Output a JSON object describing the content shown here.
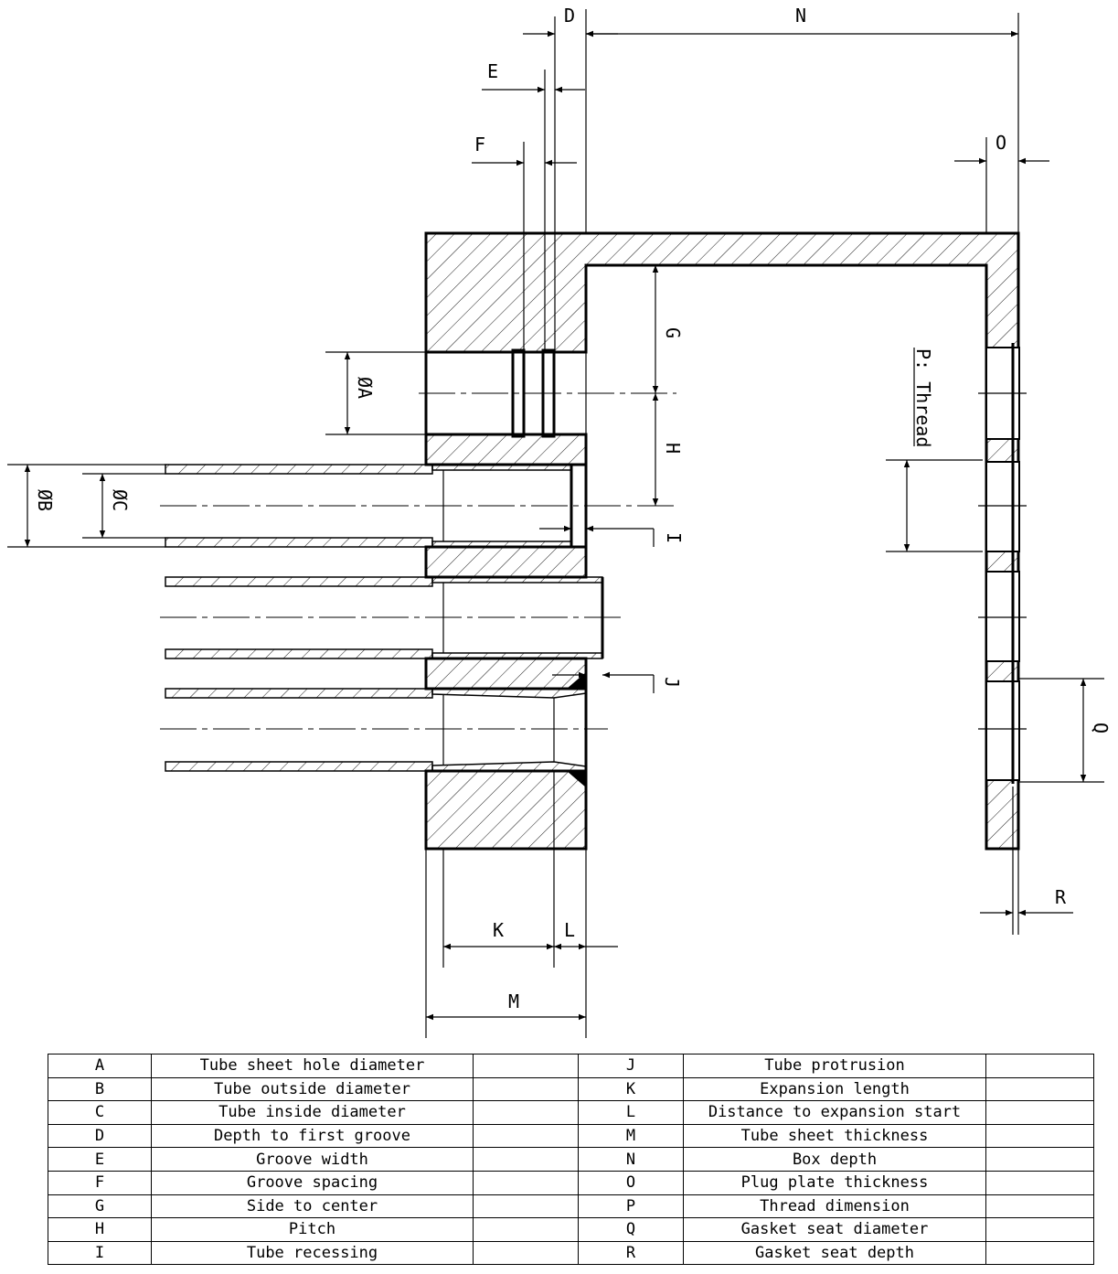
{
  "labels": {
    "D": "D",
    "N": "N",
    "E": "E",
    "F": "F",
    "O": "O",
    "G": "G",
    "H": "H",
    "A": "ØA",
    "B": "ØB",
    "C": "ØC",
    "I": "I",
    "J": "J",
    "P": "P: Thread",
    "Q": "Q",
    "R": "R",
    "K": "K",
    "L": "L",
    "M": "M"
  },
  "legend_rows": [
    {
      "code_left": "A",
      "desc_left": "Tube sheet hole diameter",
      "value_left": "",
      "code_right": "J",
      "desc_right": "Tube protrusion",
      "value_right": ""
    },
    {
      "code_left": "B",
      "desc_left": "Tube outside diameter",
      "value_left": "",
      "code_right": "K",
      "desc_right": "Expansion length",
      "value_right": ""
    },
    {
      "code_left": "C",
      "desc_left": "Tube inside diameter",
      "value_left": "",
      "code_right": "L",
      "desc_right": "Distance to expansion start",
      "value_right": ""
    },
    {
      "code_left": "D",
      "desc_left": "Depth to first groove",
      "value_left": "",
      "code_right": "M",
      "desc_right": "Tube sheet thickness",
      "value_right": ""
    },
    {
      "code_left": "E",
      "desc_left": "Groove width",
      "value_left": "",
      "code_right": "N",
      "desc_right": "Box depth",
      "value_right": ""
    },
    {
      "code_left": "F",
      "desc_left": "Groove spacing",
      "value_left": "",
      "code_right": "O",
      "desc_right": "Plug plate thickness",
      "value_right": ""
    },
    {
      "code_left": "G",
      "desc_left": "Side to center",
      "value_left": "",
      "code_right": "P",
      "desc_right": "Thread dimension",
      "value_right": ""
    },
    {
      "code_left": "H",
      "desc_left": "Pitch",
      "value_left": "",
      "code_right": "Q",
      "desc_right": "Gasket seat diameter",
      "value_right": ""
    },
    {
      "code_left": "I",
      "desc_left": "Tube recessing",
      "value_left": "",
      "code_right": "R",
      "desc_right": "Gasket seat depth",
      "value_right": ""
    }
  ]
}
